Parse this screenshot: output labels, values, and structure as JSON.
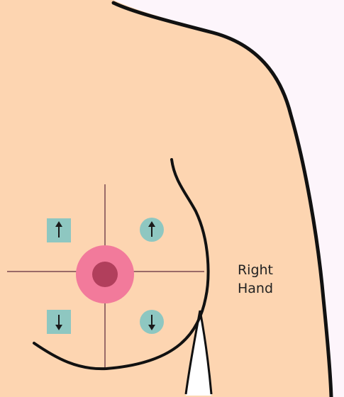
{
  "label": {
    "line1": "Right",
    "line2": "Hand"
  },
  "markers": [
    {
      "quadrant": "upper-left",
      "shape": "square",
      "direction": "up",
      "icon": "arrow-up-icon"
    },
    {
      "quadrant": "upper-right",
      "shape": "circle",
      "direction": "up",
      "icon": "arrow-up-icon"
    },
    {
      "quadrant": "lower-left",
      "shape": "square",
      "direction": "down",
      "icon": "arrow-down-icon"
    },
    {
      "quadrant": "lower-right",
      "shape": "circle",
      "direction": "down",
      "icon": "arrow-down-icon"
    }
  ],
  "colors": {
    "background": "#fdf5fb",
    "skin": "#fdd5b1",
    "outline": "#111111",
    "crosshair": "#9a6a68",
    "areola": "#f27a9b",
    "nipple": "#b13f5c",
    "marker": "#8ec7c1",
    "arrow": "#1a1a1a",
    "underarm_gap": "#ffffff"
  }
}
